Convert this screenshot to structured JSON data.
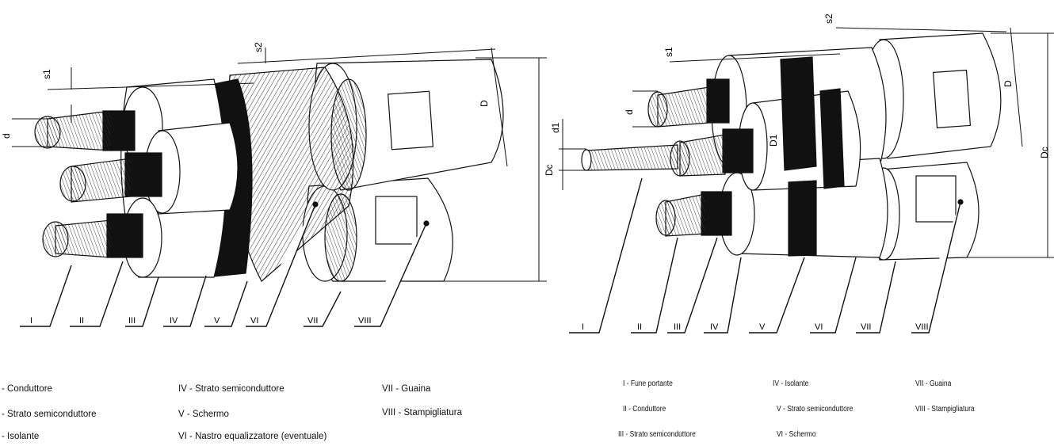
{
  "left_diagram": {
    "dimensions": {
      "s1": "s1",
      "s2": "s2",
      "d": "d",
      "D": "D",
      "Dc": "Dc"
    },
    "callouts": [
      "I",
      "II",
      "III",
      "IV",
      "V",
      "VI",
      "VII",
      "VIII"
    ]
  },
  "right_diagram": {
    "dimensions": {
      "s1": "s1",
      "s2": "s2",
      "d": "d",
      "d1": "d1",
      "D": "D",
      "Dc": "Dc",
      "D1": "D1"
    },
    "callouts": [
      "I",
      "II",
      "III",
      "IV",
      "V",
      "VI",
      "VII",
      "VIII"
    ]
  },
  "legend_left": [
    {
      "text": "- Conduttore"
    },
    {
      "text": "- Strato semiconduttore"
    },
    {
      "text": "- Isolante"
    },
    {
      "text": "IV  - Strato semiconduttore"
    },
    {
      "text": "V  - Schermo"
    },
    {
      "text": "VI  - Nastro equalizzatore (eventuale)"
    },
    {
      "text": "VII  - Guaina"
    },
    {
      "text": "VIII  - Stampigliatura"
    }
  ],
  "legend_right": [
    {
      "text": "I - Fune portante"
    },
    {
      "text": "II - Conduttore"
    },
    {
      "text": "III - Strato semiconduttore"
    },
    {
      "text": "IV - Isolante"
    },
    {
      "text": "V - Strato semiconduttore"
    },
    {
      "text": "VI - Schermo"
    },
    {
      "text": "VII - Guaina"
    },
    {
      "text": "VIII - Stampigliatura"
    }
  ]
}
